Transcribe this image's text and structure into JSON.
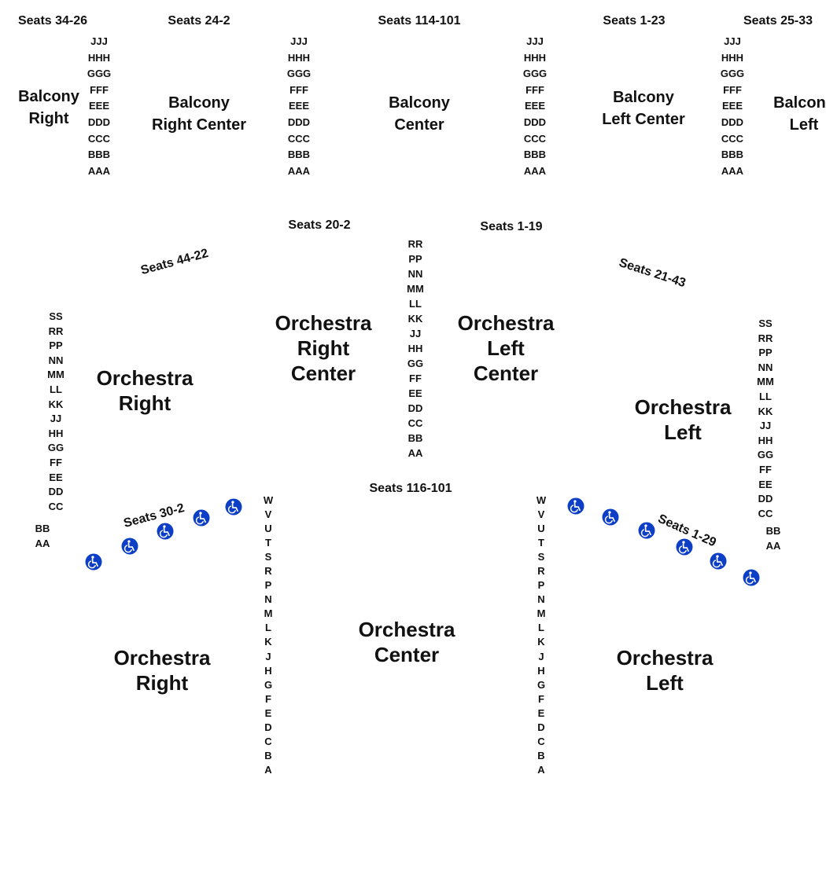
{
  "seat_labels": {
    "bal_r": "Seats 34-26",
    "bal_rc": "Seats 24-2",
    "bal_c": "Seats 114-101",
    "bal_lc": "Seats 1-23",
    "bal_l": "Seats 25-33",
    "orc_rc": "Seats 20-2",
    "orc_lc": "Seats 1-19",
    "orc_r_top": "Seats 44-22",
    "orc_l_top": "Seats 21-43",
    "orc_c": "Seats 116-101",
    "orc_r_low": "Seats 30-2",
    "orc_l_low": "Seats 1-29"
  },
  "sections": {
    "balcony_right": [
      "Balcony",
      "Right"
    ],
    "balcony_right_center": [
      "Balcony",
      "Right Center"
    ],
    "balcony_center": [
      "Balcony",
      "Center"
    ],
    "balcony_left_center": [
      "Balcony",
      "Left Center"
    ],
    "balcony_left": [
      "Balcony",
      "Left"
    ],
    "orchestra_right_center": [
      "Orchestra",
      "Right",
      "Center"
    ],
    "orchestra_left_center": [
      "Orchestra",
      "Left",
      "Center"
    ],
    "orchestra_right_upper": [
      "Orchestra",
      "Right"
    ],
    "orchestra_left_upper": [
      "Orchestra",
      "Left"
    ],
    "orchestra_right_lower": [
      "Orchestra",
      "Right"
    ],
    "orchestra_center": [
      "Orchestra",
      "Center"
    ],
    "orchestra_left_lower": [
      "Orchestra",
      "Left"
    ]
  },
  "rows": {
    "balcony": [
      "JJJ",
      "HHH",
      "GGG",
      "FFF",
      "EEE",
      "DDD",
      "CCC",
      "BBB",
      "AAA"
    ],
    "orchestra_side_upper": [
      "SS",
      "RR",
      "PP",
      "NN",
      "MM",
      "LL",
      "KK",
      "JJ",
      "HH",
      "GG",
      "FF",
      "EE",
      "DD",
      "CC"
    ],
    "orchestra_side_front": [
      "BB",
      "AA"
    ],
    "orchestra_center_upper": [
      "RR",
      "PP",
      "NN",
      "MM",
      "LL",
      "KK",
      "JJ",
      "HH",
      "GG",
      "FF",
      "EE",
      "DD",
      "CC",
      "BB",
      "AA"
    ],
    "orchestra_lower": [
      "W",
      "V",
      "U",
      "T",
      "S",
      "R",
      "P",
      "N",
      "M",
      "L",
      "K",
      "J",
      "H",
      "G",
      "F",
      "E",
      "D",
      "C",
      "B",
      "A"
    ]
  },
  "icons": {
    "accessible": "wheelchair-icon"
  },
  "colors": {
    "accessible": "#0d3fc6"
  }
}
